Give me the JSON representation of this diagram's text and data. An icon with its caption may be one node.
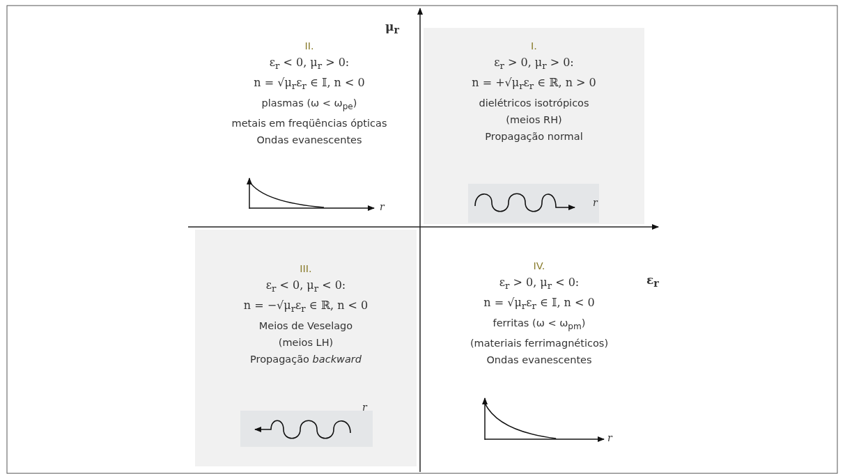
{
  "diagram": {
    "nodes": [
      {
        "text": [
          "II.",
          "ε$_{r}$ < 0,  μ$_{r}$ > 0:",
          "n = √μ$_{r}$ε$_{r}$ ∈ 𝕀,  n < 0",
          "plasmas (ω < ω$_{pe}$)",
          "metais em freqüências ópticas",
          "Ondas evanescentes"
        ]
      },
      {
        "text": [
          "I.",
          "ε$_{r}$ > 0,  μ$_{r}$ > 0:",
          "n = +√μ$_{r}$ε$_{r}$ ∈ ℝ,  n > 0",
          "dielétricos isotrópicos",
          "(meios RH)",
          "Propagação normal"
        ]
      },
      {
        "text": [
          "III.",
          "ε$_{r}$ < 0,  μ$_{r}$ < 0:",
          "n = −√μ$_{r}$ε$_{r}$ ∈ ℝ,  n < 0",
          "Meios de Veselago",
          "(meios LH)",
          "Propagação *backward*"
        ]
      },
      {
        "text": [
          "IV.",
          "ε$_{r}$ > 0,  μ$_{r}$ < 0:",
          "n = √μ$_{r}$ε$_{r}$ ∈ 𝕀,  n < 0",
          "ferritas (ω < ω$_{pm}$)",
          "(materiais ferrimagnéticos)",
          "Ondas evanescentes"
        ]
      }
    ],
    "labels": [
      "μ$_{r}$",
      "r",
      "ε$_{r}$",
      "r",
      "r",
      "r"
    ]
  }
}
